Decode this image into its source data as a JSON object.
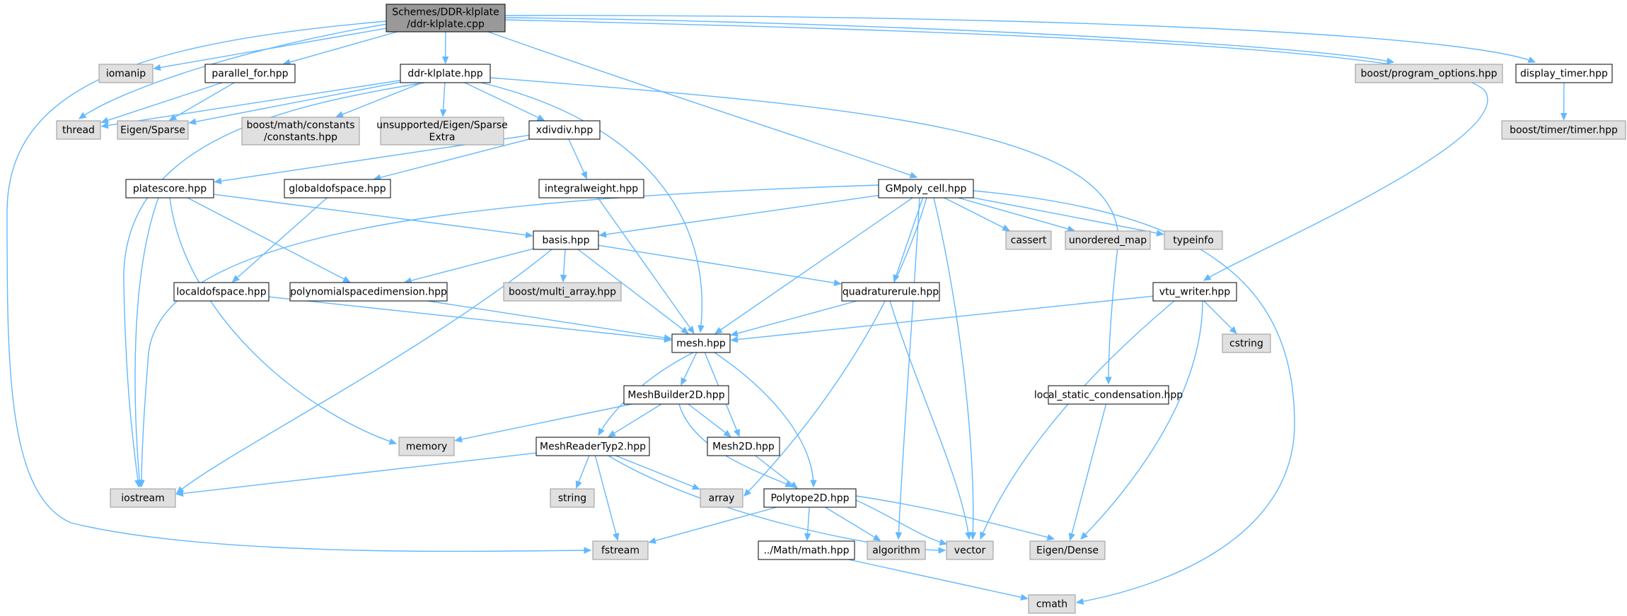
{
  "diagram": {
    "type": "include-dependency-graph",
    "colors": {
      "root_fill": "#999999",
      "file_fill": "#ffffff",
      "external_fill": "#e0e0e0",
      "file_border": "#000000",
      "external_border": "#999999",
      "edge": "#63b8ff"
    },
    "nodes": [
      {
        "id": "root",
        "lines": [
          "Schemes/DDR-klplate",
          "/ddr-klplate.cpp"
        ],
        "kind": "root"
      },
      {
        "id": "iomanip",
        "lines": [
          "iomanip"
        ],
        "kind": "external"
      },
      {
        "id": "parallel_for",
        "lines": [
          "parallel_for.hpp"
        ],
        "kind": "file"
      },
      {
        "id": "ddr_klplate",
        "lines": [
          "ddr-klplate.hpp"
        ],
        "kind": "file"
      },
      {
        "id": "boost_po",
        "lines": [
          "boost/program_options.hpp"
        ],
        "kind": "external"
      },
      {
        "id": "display_timer",
        "lines": [
          "display_timer.hpp"
        ],
        "kind": "file"
      },
      {
        "id": "thread",
        "lines": [
          "thread"
        ],
        "kind": "external"
      },
      {
        "id": "eigen_sparse",
        "lines": [
          "Eigen/Sparse"
        ],
        "kind": "external"
      },
      {
        "id": "boost_math",
        "lines": [
          "boost/math/constants",
          "/constants.hpp"
        ],
        "kind": "external"
      },
      {
        "id": "unsupported",
        "lines": [
          "unsupported/Eigen/Sparse",
          "Extra"
        ],
        "kind": "external"
      },
      {
        "id": "xdivdiv",
        "lines": [
          "xdivdiv.hpp"
        ],
        "kind": "file"
      },
      {
        "id": "boost_timer",
        "lines": [
          "boost/timer/timer.hpp"
        ],
        "kind": "external"
      },
      {
        "id": "platescore",
        "lines": [
          "platescore.hpp"
        ],
        "kind": "file"
      },
      {
        "id": "globaldofspace",
        "lines": [
          "globaldofspace.hpp"
        ],
        "kind": "file"
      },
      {
        "id": "integralweight",
        "lines": [
          "integralweight.hpp"
        ],
        "kind": "file"
      },
      {
        "id": "gmpoly",
        "lines": [
          "GMpoly_cell.hpp"
        ],
        "kind": "file"
      },
      {
        "id": "basis",
        "lines": [
          "basis.hpp"
        ],
        "kind": "file"
      },
      {
        "id": "cassert",
        "lines": [
          "cassert"
        ],
        "kind": "external"
      },
      {
        "id": "unordered_map",
        "lines": [
          "unordered_map"
        ],
        "kind": "external"
      },
      {
        "id": "typeinfo",
        "lines": [
          "typeinfo"
        ],
        "kind": "external"
      },
      {
        "id": "localdofspace",
        "lines": [
          "localdofspace.hpp"
        ],
        "kind": "file"
      },
      {
        "id": "polyspacedim",
        "lines": [
          "polynomialspacedimension.hpp"
        ],
        "kind": "file"
      },
      {
        "id": "boost_multi",
        "lines": [
          "boost/multi_array.hpp"
        ],
        "kind": "external"
      },
      {
        "id": "quadrule",
        "lines": [
          "quadraturerule.hpp"
        ],
        "kind": "file"
      },
      {
        "id": "vtu_writer",
        "lines": [
          "vtu_writer.hpp"
        ],
        "kind": "file"
      },
      {
        "id": "mesh",
        "lines": [
          "mesh.hpp"
        ],
        "kind": "file"
      },
      {
        "id": "cstring",
        "lines": [
          "cstring"
        ],
        "kind": "external"
      },
      {
        "id": "meshbuilder",
        "lines": [
          "MeshBuilder2D.hpp"
        ],
        "kind": "file"
      },
      {
        "id": "local_static",
        "lines": [
          "local_static_condensation.hpp"
        ],
        "kind": "file"
      },
      {
        "id": "memory",
        "lines": [
          "memory"
        ],
        "kind": "external"
      },
      {
        "id": "meshreader",
        "lines": [
          "MeshReaderTyp2.hpp"
        ],
        "kind": "file"
      },
      {
        "id": "mesh2d",
        "lines": [
          "Mesh2D.hpp"
        ],
        "kind": "file"
      },
      {
        "id": "iostream",
        "lines": [
          "iostream"
        ],
        "kind": "external"
      },
      {
        "id": "string",
        "lines": [
          "string"
        ],
        "kind": "external"
      },
      {
        "id": "array",
        "lines": [
          "array"
        ],
        "kind": "external"
      },
      {
        "id": "polytope",
        "lines": [
          "Polytope2D.hpp"
        ],
        "kind": "file"
      },
      {
        "id": "fstream",
        "lines": [
          "fstream"
        ],
        "kind": "external"
      },
      {
        "id": "math",
        "lines": [
          "../Math/math.hpp"
        ],
        "kind": "file"
      },
      {
        "id": "algorithm",
        "lines": [
          "algorithm"
        ],
        "kind": "external"
      },
      {
        "id": "vector",
        "lines": [
          "vector"
        ],
        "kind": "external"
      },
      {
        "id": "eigen_dense",
        "lines": [
          "Eigen/Dense"
        ],
        "kind": "external"
      },
      {
        "id": "cmath",
        "lines": [
          "cmath"
        ],
        "kind": "external"
      }
    ],
    "edges": [
      [
        "root",
        "iomanip"
      ],
      [
        "root",
        "parallel_for"
      ],
      [
        "root",
        "ddr_klplate"
      ],
      [
        "root",
        "boost_po"
      ],
      [
        "root",
        "display_timer"
      ],
      [
        "root",
        "thread"
      ],
      [
        "root",
        "gmpoly"
      ],
      [
        "root",
        "vtu_writer"
      ],
      [
        "root",
        "fstream"
      ],
      [
        "parallel_for",
        "thread"
      ],
      [
        "parallel_for",
        "eigen_sparse"
      ],
      [
        "ddr_klplate",
        "thread"
      ],
      [
        "ddr_klplate",
        "eigen_sparse"
      ],
      [
        "ddr_klplate",
        "boost_math"
      ],
      [
        "ddr_klplate",
        "unsupported"
      ],
      [
        "ddr_klplate",
        "xdivdiv"
      ],
      [
        "ddr_klplate",
        "mesh"
      ],
      [
        "ddr_klplate",
        "local_static"
      ],
      [
        "ddr_klplate",
        "iostream"
      ],
      [
        "display_timer",
        "boost_timer"
      ],
      [
        "xdivdiv",
        "platescore"
      ],
      [
        "xdivdiv",
        "globaldofspace"
      ],
      [
        "xdivdiv",
        "integralweight"
      ],
      [
        "platescore",
        "basis"
      ],
      [
        "platescore",
        "polyspacedim"
      ],
      [
        "platescore",
        "memory"
      ],
      [
        "platescore",
        "iostream"
      ],
      [
        "globaldofspace",
        "localdofspace"
      ],
      [
        "integralweight",
        "mesh"
      ],
      [
        "gmpoly",
        "basis"
      ],
      [
        "gmpoly",
        "cassert"
      ],
      [
        "gmpoly",
        "unordered_map"
      ],
      [
        "gmpoly",
        "typeinfo"
      ],
      [
        "gmpoly",
        "quadrule"
      ],
      [
        "gmpoly",
        "mesh"
      ],
      [
        "gmpoly",
        "iostream"
      ],
      [
        "gmpoly",
        "array"
      ],
      [
        "gmpoly",
        "algorithm"
      ],
      [
        "gmpoly",
        "vector"
      ],
      [
        "gmpoly",
        "cmath"
      ],
      [
        "basis",
        "polyspacedim"
      ],
      [
        "basis",
        "boost_multi"
      ],
      [
        "basis",
        "quadrule"
      ],
      [
        "basis",
        "mesh"
      ],
      [
        "basis",
        "iostream"
      ],
      [
        "localdofspace",
        "mesh"
      ],
      [
        "polyspacedim",
        "mesh"
      ],
      [
        "quadrule",
        "mesh"
      ],
      [
        "quadrule",
        "vector"
      ],
      [
        "vtu_writer",
        "mesh"
      ],
      [
        "vtu_writer",
        "cstring"
      ],
      [
        "vtu_writer",
        "vector"
      ],
      [
        "vtu_writer",
        "eigen_dense"
      ],
      [
        "mesh",
        "meshbuilder"
      ],
      [
        "mesh",
        "meshreader"
      ],
      [
        "mesh",
        "mesh2d"
      ],
      [
        "mesh",
        "polytope"
      ],
      [
        "meshbuilder",
        "memory"
      ],
      [
        "meshbuilder",
        "meshreader"
      ],
      [
        "meshbuilder",
        "mesh2d"
      ],
      [
        "meshbuilder",
        "polytope"
      ],
      [
        "local_static",
        "eigen_dense"
      ],
      [
        "meshreader",
        "iostream"
      ],
      [
        "meshreader",
        "string"
      ],
      [
        "meshreader",
        "array"
      ],
      [
        "meshreader",
        "fstream"
      ],
      [
        "meshreader",
        "vector"
      ],
      [
        "mesh2d",
        "polytope"
      ],
      [
        "polytope",
        "fstream"
      ],
      [
        "polytope",
        "math"
      ],
      [
        "polytope",
        "algorithm"
      ],
      [
        "polytope",
        "vector"
      ],
      [
        "polytope",
        "eigen_dense"
      ],
      [
        "math",
        "cmath"
      ]
    ]
  }
}
